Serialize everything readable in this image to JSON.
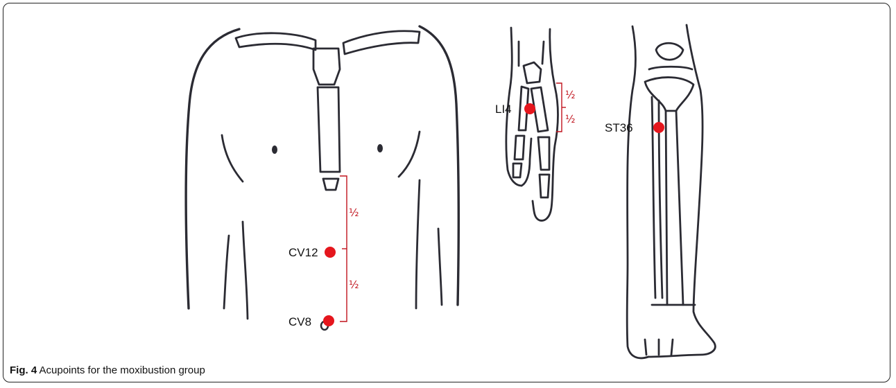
{
  "figure": {
    "caption_bold": "Fig. 4",
    "caption_text": "Acupoints for the moxibustion group"
  },
  "acupoints": [
    {
      "name": "CV12"
    },
    {
      "name": "CV8"
    },
    {
      "name": "LI4"
    },
    {
      "name": "ST36"
    }
  ],
  "proportions": {
    "torso_upper": "½",
    "torso_lower": "½",
    "hand_upper": "½",
    "hand_lower": "½"
  },
  "colors": {
    "point": "#e5161d",
    "bracket": "#c0121c",
    "ink": "#2b2b33"
  }
}
